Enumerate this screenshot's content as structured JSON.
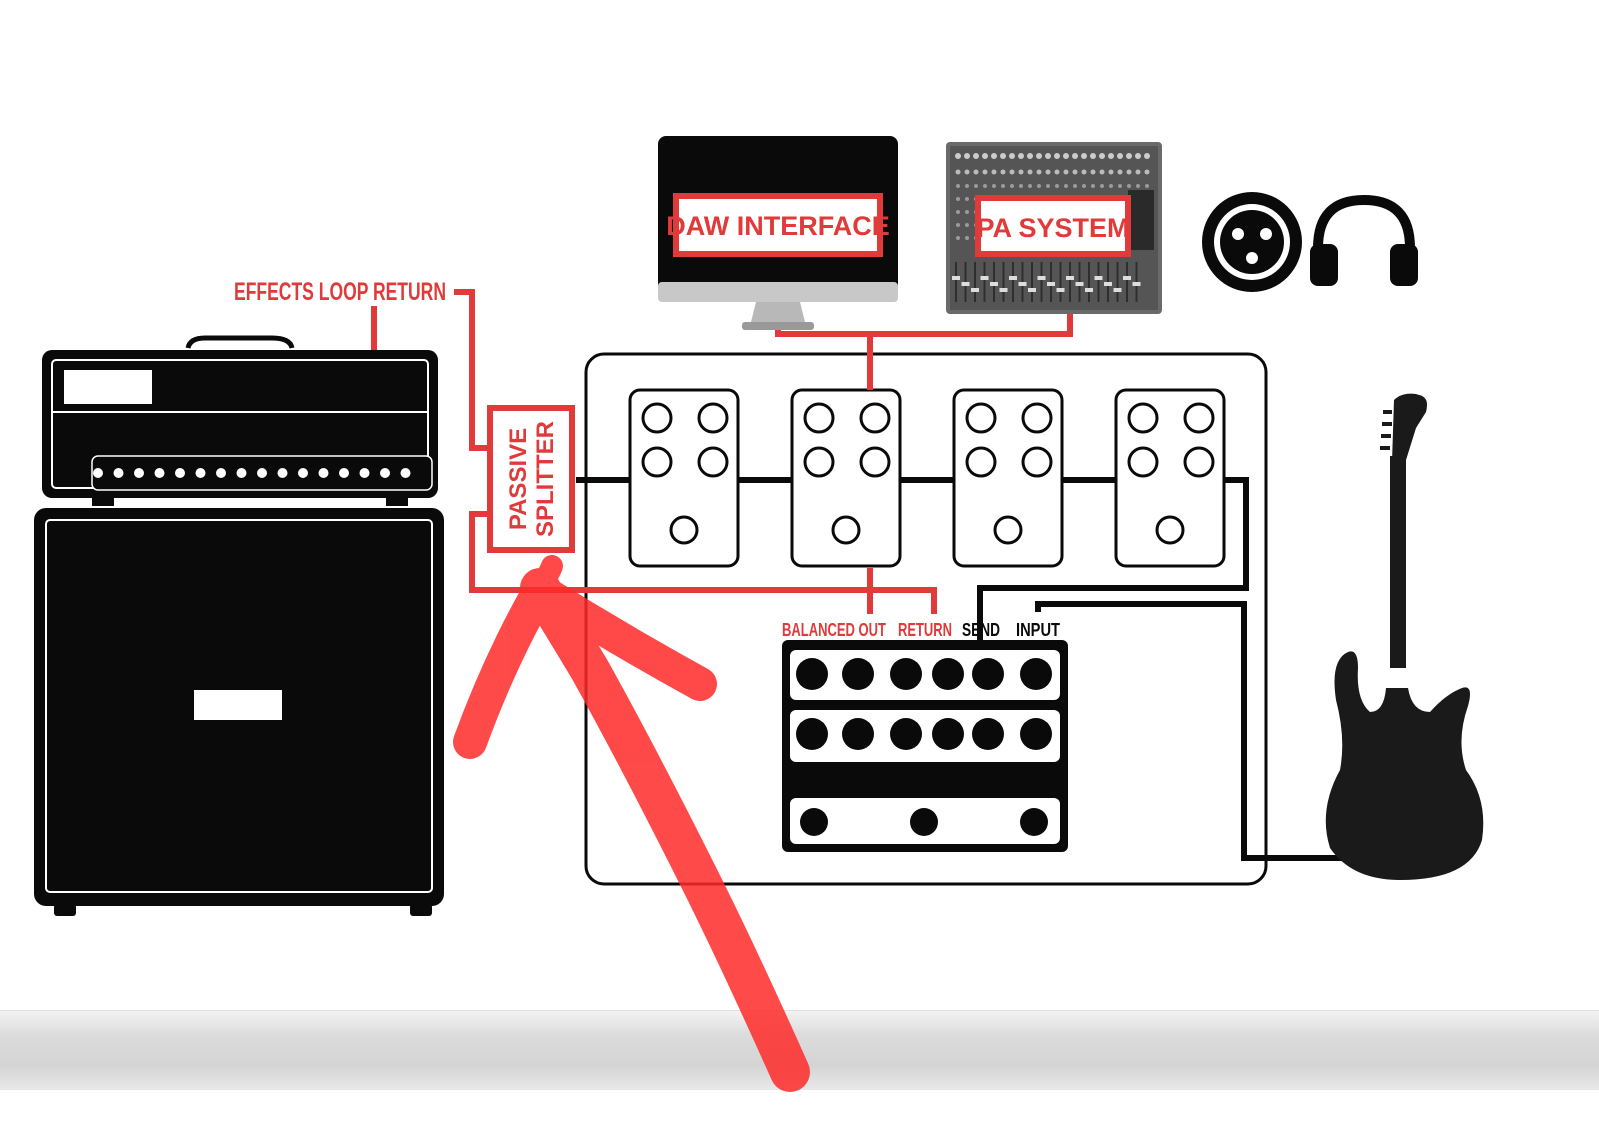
{
  "labels": {
    "effects_loop_return": "EFFECTS LOOP RETURN",
    "daw_interface": "DAW INTERFACE",
    "pa_system": "PA SYSTEM",
    "passive_splitter_line1": "PASSIVE",
    "passive_splitter_line2": "SPLITTER",
    "balanced_out": "BALANCED OUT",
    "return": "RETURN",
    "send": "SEND",
    "input": "INPUT"
  },
  "icons": [
    "xlr-connector-icon",
    "headphones-icon"
  ],
  "colors": {
    "signal_red": "#e03a3a",
    "annotation_red": "#ff2a2a",
    "device_black": "#0a0a0a"
  }
}
